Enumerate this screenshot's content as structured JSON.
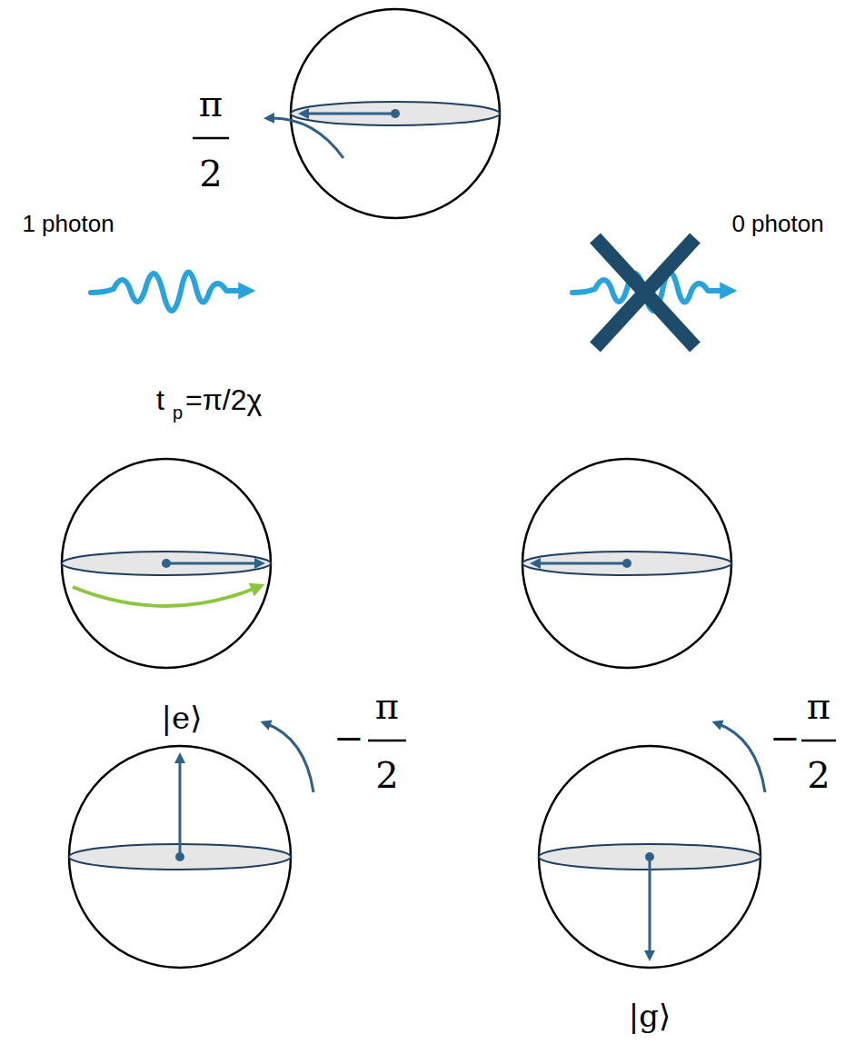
{
  "diagram": {
    "labels": [
      "π",
      "2",
      "1 photon",
      "0 photon",
      "t",
      "p",
      "=π/2χ",
      "|e⟩",
      "−",
      "π",
      "2",
      "−",
      "π",
      "2",
      "|g⟩"
    ]
  }
}
